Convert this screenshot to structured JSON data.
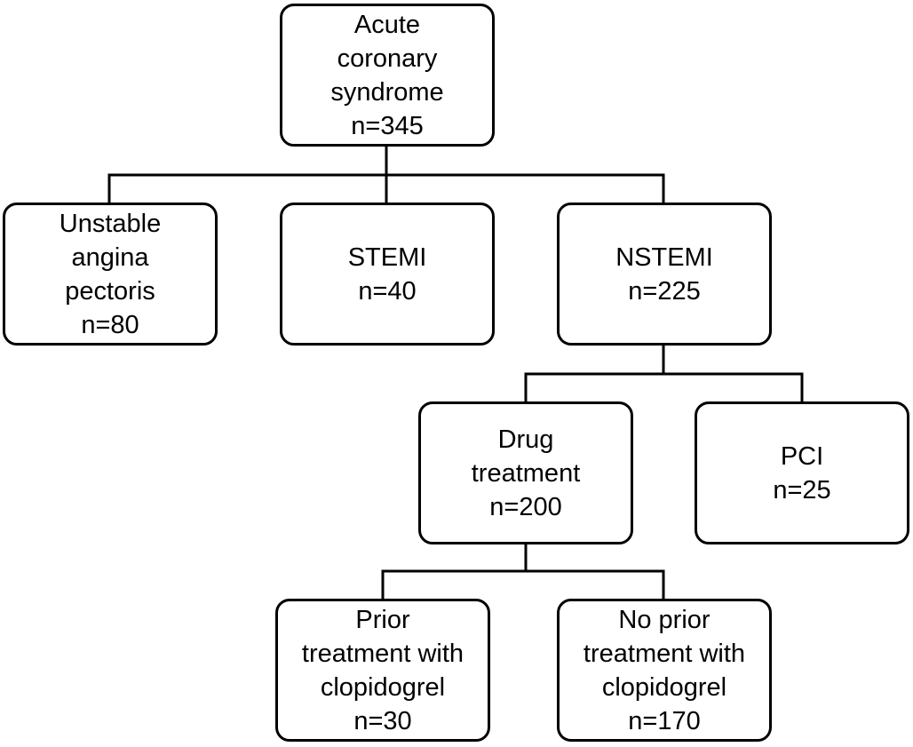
{
  "nodes": {
    "acs": {
      "lines": [
        "Acute",
        "coronary",
        "syndrome",
        "n=345"
      ]
    },
    "ua": {
      "lines": [
        "Unstable",
        "angina",
        "pectoris",
        "n=80"
      ]
    },
    "stemi": {
      "lines": [
        "STEMI",
        "n=40"
      ]
    },
    "nstemi": {
      "lines": [
        "NSTEMI",
        "n=225"
      ]
    },
    "drug": {
      "lines": [
        "Drug",
        "treatment",
        "n=200"
      ]
    },
    "pci": {
      "lines": [
        "PCI",
        "n=25"
      ]
    },
    "prior": {
      "lines": [
        "Prior",
        "treatment with",
        "clopidogrel",
        "n=30"
      ]
    },
    "noprior": {
      "lines": [
        "No prior",
        "treatment with",
        "clopidogrel",
        "n=170"
      ]
    }
  },
  "edges": [
    {
      "from": "acs",
      "to": "ua"
    },
    {
      "from": "acs",
      "to": "stemi"
    },
    {
      "from": "acs",
      "to": "nstemi"
    },
    {
      "from": "nstemi",
      "to": "drug"
    },
    {
      "from": "nstemi",
      "to": "pci"
    },
    {
      "from": "drug",
      "to": "prior"
    },
    {
      "from": "drug",
      "to": "noprior"
    }
  ],
  "colors": {
    "stroke": "#000000",
    "fill": "#ffffff",
    "text": "#000000"
  }
}
